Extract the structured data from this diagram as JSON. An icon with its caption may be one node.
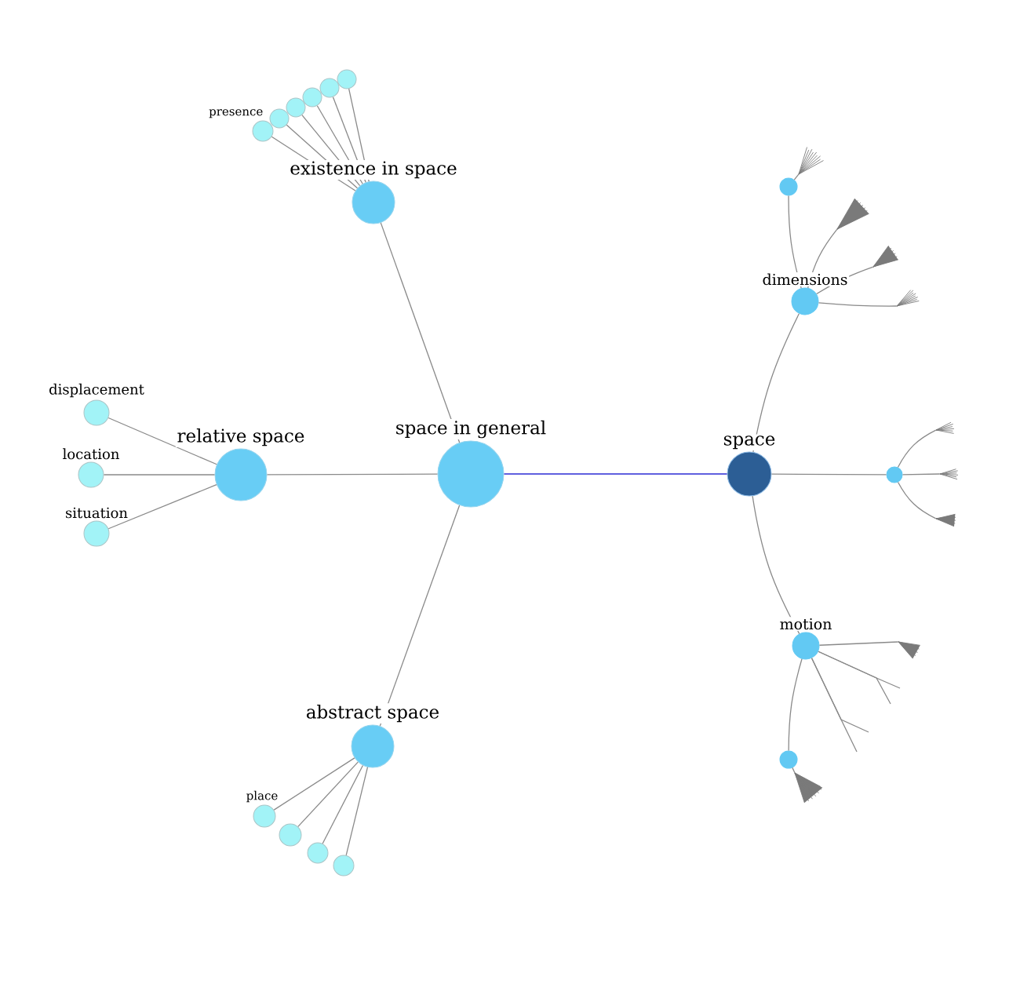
{
  "diagram": {
    "nodes": [
      {
        "text": [
          "space in general"
        ]
      },
      {
        "text": [
          "existence in space"
        ]
      },
      {
        "text": [
          "presence"
        ]
      },
      {
        "text": [],
        "shape": "circle"
      },
      {
        "text": [],
        "shape": "circle"
      },
      {
        "text": [],
        "shape": "circle"
      },
      {
        "text": [],
        "shape": "circle"
      },
      {
        "text": [],
        "shape": "circle"
      },
      {
        "text": [
          "relative space"
        ]
      },
      {
        "text": [
          "displacement"
        ]
      },
      {
        "text": [
          "location"
        ]
      },
      {
        "text": [
          "situation"
        ]
      },
      {
        "text": [
          "abstract space"
        ]
      },
      {
        "text": [
          "place"
        ]
      },
      {
        "text": [],
        "shape": "circle"
      },
      {
        "text": [],
        "shape": "circle"
      },
      {
        "text": [],
        "shape": "circle"
      },
      {
        "text": [
          "space"
        ]
      },
      {
        "text": [
          "dimensions"
        ]
      },
      {
        "text": [],
        "shape": "circle"
      },
      {
        "text": [],
        "shape": "fan"
      },
      {
        "text": [],
        "shape": "fan"
      },
      {
        "text": [],
        "shape": "fan"
      },
      {
        "text": [],
        "shape": "fan"
      },
      {
        "text": [],
        "shape": "circle"
      },
      {
        "text": [],
        "shape": "fan"
      },
      {
        "text": [],
        "shape": "fan"
      },
      {
        "text": [],
        "shape": "fan"
      },
      {
        "text": [
          "motion"
        ]
      },
      {
        "text": [],
        "shape": "fan"
      },
      {
        "text": [],
        "shape": "circle"
      },
      {
        "text": [],
        "shape": "fan"
      }
    ],
    "edges": [
      {
        "from": 0,
        "to": 1,
        "arrow": "none"
      },
      {
        "from": 0,
        "to": 8,
        "arrow": "none"
      },
      {
        "from": 0,
        "to": 12,
        "arrow": "none"
      },
      {
        "from": 0,
        "to": 17,
        "arrow": "none",
        "color": "#2b2bd4"
      },
      {
        "from": 1,
        "to": 2,
        "arrow": "none"
      },
      {
        "from": 1,
        "to": 3,
        "arrow": "none"
      },
      {
        "from": 1,
        "to": 4,
        "arrow": "none"
      },
      {
        "from": 1,
        "to": 5,
        "arrow": "none"
      },
      {
        "from": 1,
        "to": 6,
        "arrow": "none"
      },
      {
        "from": 1,
        "to": 7,
        "arrow": "none"
      },
      {
        "from": 8,
        "to": 9,
        "arrow": "none"
      },
      {
        "from": 8,
        "to": 10,
        "arrow": "none"
      },
      {
        "from": 8,
        "to": 11,
        "arrow": "none"
      },
      {
        "from": 12,
        "to": 13,
        "arrow": "none"
      },
      {
        "from": 12,
        "to": 14,
        "arrow": "none"
      },
      {
        "from": 12,
        "to": 15,
        "arrow": "none"
      },
      {
        "from": 12,
        "to": 16,
        "arrow": "none"
      },
      {
        "from": 17,
        "to": 18,
        "arrow": "none"
      },
      {
        "from": 17,
        "to": 24,
        "arrow": "none"
      },
      {
        "from": 17,
        "to": 28,
        "arrow": "none"
      },
      {
        "from": 18,
        "to": 19,
        "arrow": "none"
      },
      {
        "from": 19,
        "to": 20,
        "arrow": "none"
      },
      {
        "from": 18,
        "to": 21,
        "arrow": "none"
      },
      {
        "from": 18,
        "to": 22,
        "arrow": "none"
      },
      {
        "from": 18,
        "to": 23,
        "arrow": "none"
      },
      {
        "from": 24,
        "to": 25,
        "arrow": "none"
      },
      {
        "from": 24,
        "to": 26,
        "arrow": "none"
      },
      {
        "from": 24,
        "to": 27,
        "arrow": "none"
      },
      {
        "from": 28,
        "to": 29,
        "arrow": "none"
      },
      {
        "from": 28,
        "to": null,
        "arrow": "none"
      },
      {
        "from": 28,
        "to": null,
        "arrow": "none"
      },
      {
        "from": 28,
        "to": null,
        "arrow": "none"
      },
      {
        "from": 28,
        "to": null,
        "arrow": "none"
      },
      {
        "from": 28,
        "to": 30,
        "arrow": "none"
      },
      {
        "from": 30,
        "to": 31,
        "arrow": "none"
      }
    ]
  }
}
